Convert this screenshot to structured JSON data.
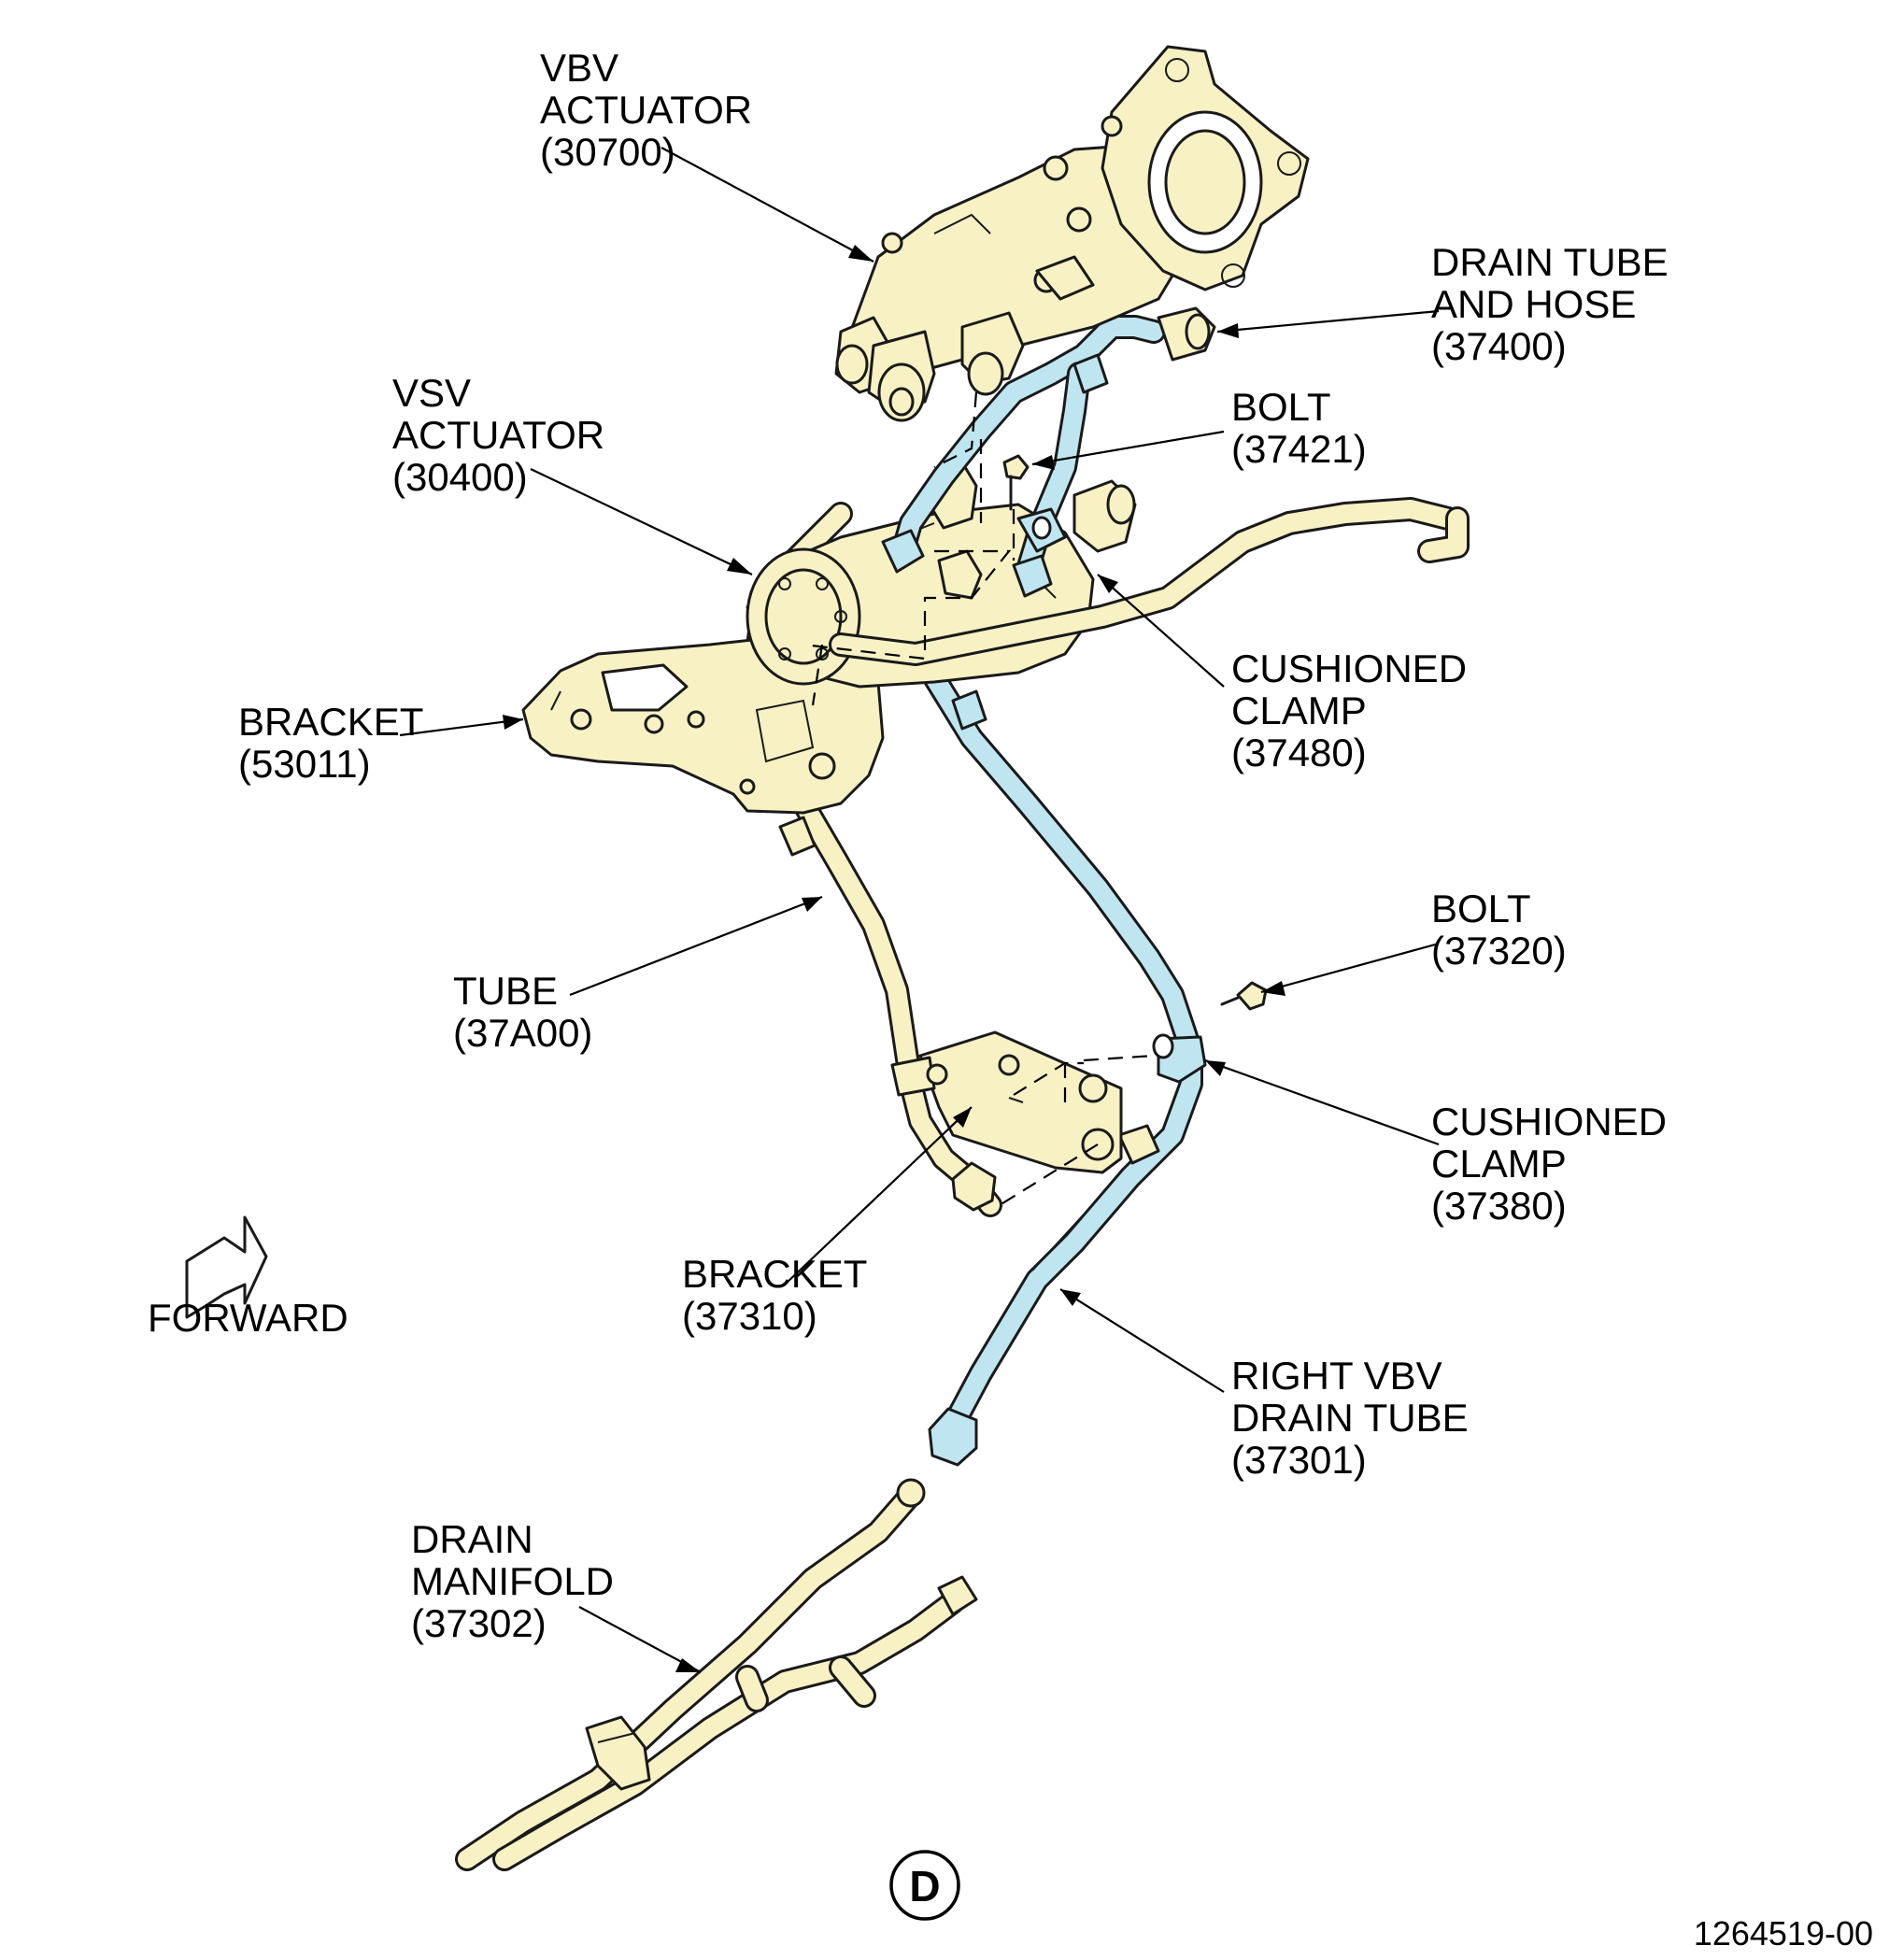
{
  "colors": {
    "part_fill": "#f7f1c4",
    "highlight_fill": "#bfe6f0",
    "line": "#1a1a1a",
    "background": "#ffffff"
  },
  "labels": {
    "vbv_actuator": [
      "VBV",
      "ACTUATOR",
      "(30700)"
    ],
    "drain_tube_hose": [
      "DRAIN TUBE",
      "AND HOSE",
      "(37400)"
    ],
    "vsv_actuator": [
      "VSV",
      "ACTUATOR",
      "(30400)"
    ],
    "bolt_37421": [
      "BOLT",
      "(37421)"
    ],
    "cushioned_clamp_37480": [
      "CUSHIONED",
      "CLAMP",
      "(37480)"
    ],
    "bracket_53011": [
      "BRACKET",
      "(53011)"
    ],
    "bolt_37320": [
      "BOLT",
      "(37320)"
    ],
    "tube_37a00": [
      "TUBE",
      "(37A00)"
    ],
    "cushioned_clamp_37380": [
      "CUSHIONED",
      "CLAMP",
      "(37380)"
    ],
    "bracket_37310": [
      "BRACKET",
      "(37310)"
    ],
    "right_vbv_drain_tube": [
      "RIGHT VBV",
      "DRAIN TUBE",
      "(37301)"
    ],
    "drain_manifold": [
      "DRAIN",
      "MANIFOLD",
      "(37302)"
    ],
    "forward": "FORWARD"
  },
  "view_letter": "D",
  "figure_id": "1264519-00",
  "icons": {
    "forward_arrow": "forward-arrow-icon",
    "view_circle": "view-circle-icon"
  }
}
